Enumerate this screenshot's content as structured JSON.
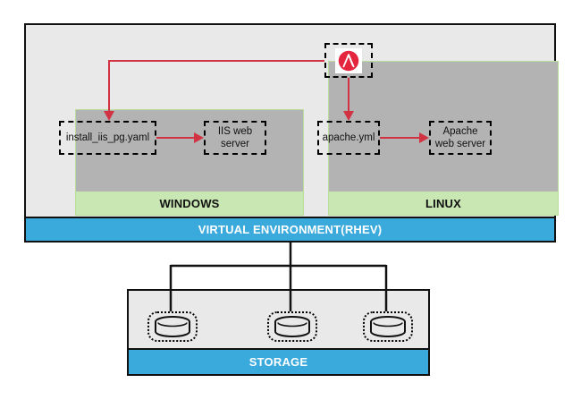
{
  "virtual_env": {
    "label": "VIRTUAL ENVIRONMENT(RHEV)"
  },
  "windows": {
    "label": "WINDOWS",
    "playbook": "install_iis_pg.yaml",
    "server_lines": [
      "IIS web",
      "server"
    ]
  },
  "linux": {
    "label": "LINUX",
    "playbook": "apache.yml",
    "server_lines": [
      "Apache",
      "web server"
    ]
  },
  "ansible": {
    "icon": "ansible-logo"
  },
  "storage": {
    "label": "STORAGE",
    "disk_count": 3
  },
  "colors": {
    "bar_blue": "#3aa9dc",
    "platform_grey": "#b3b3b3",
    "os_green": "#c9e7b2",
    "outer_grey": "#e9e9e9",
    "connector_red": "#d23343",
    "ansible_red": "#e5253d",
    "line_black": "#111111"
  }
}
